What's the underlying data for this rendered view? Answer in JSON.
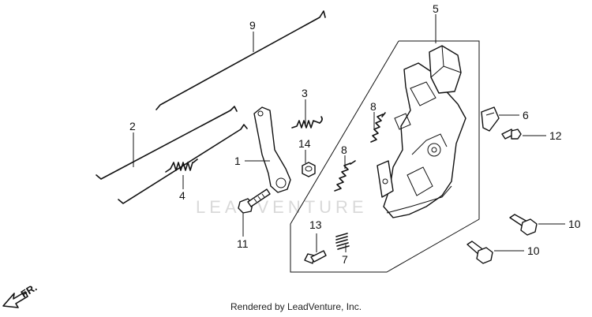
{
  "watermark": "LEADVENTURE",
  "footer": "Rendered by LeadVenture, Inc.",
  "direction": "FR.",
  "callouts": {
    "c1": "1",
    "c2": "2",
    "c3": "3",
    "c4": "4",
    "c5": "5",
    "c6": "6",
    "c7": "7",
    "c8a": "8",
    "c8b": "8",
    "c9": "9",
    "c10a": "10",
    "c10b": "10",
    "c11": "11",
    "c12": "12",
    "c13": "13",
    "c14": "14"
  }
}
